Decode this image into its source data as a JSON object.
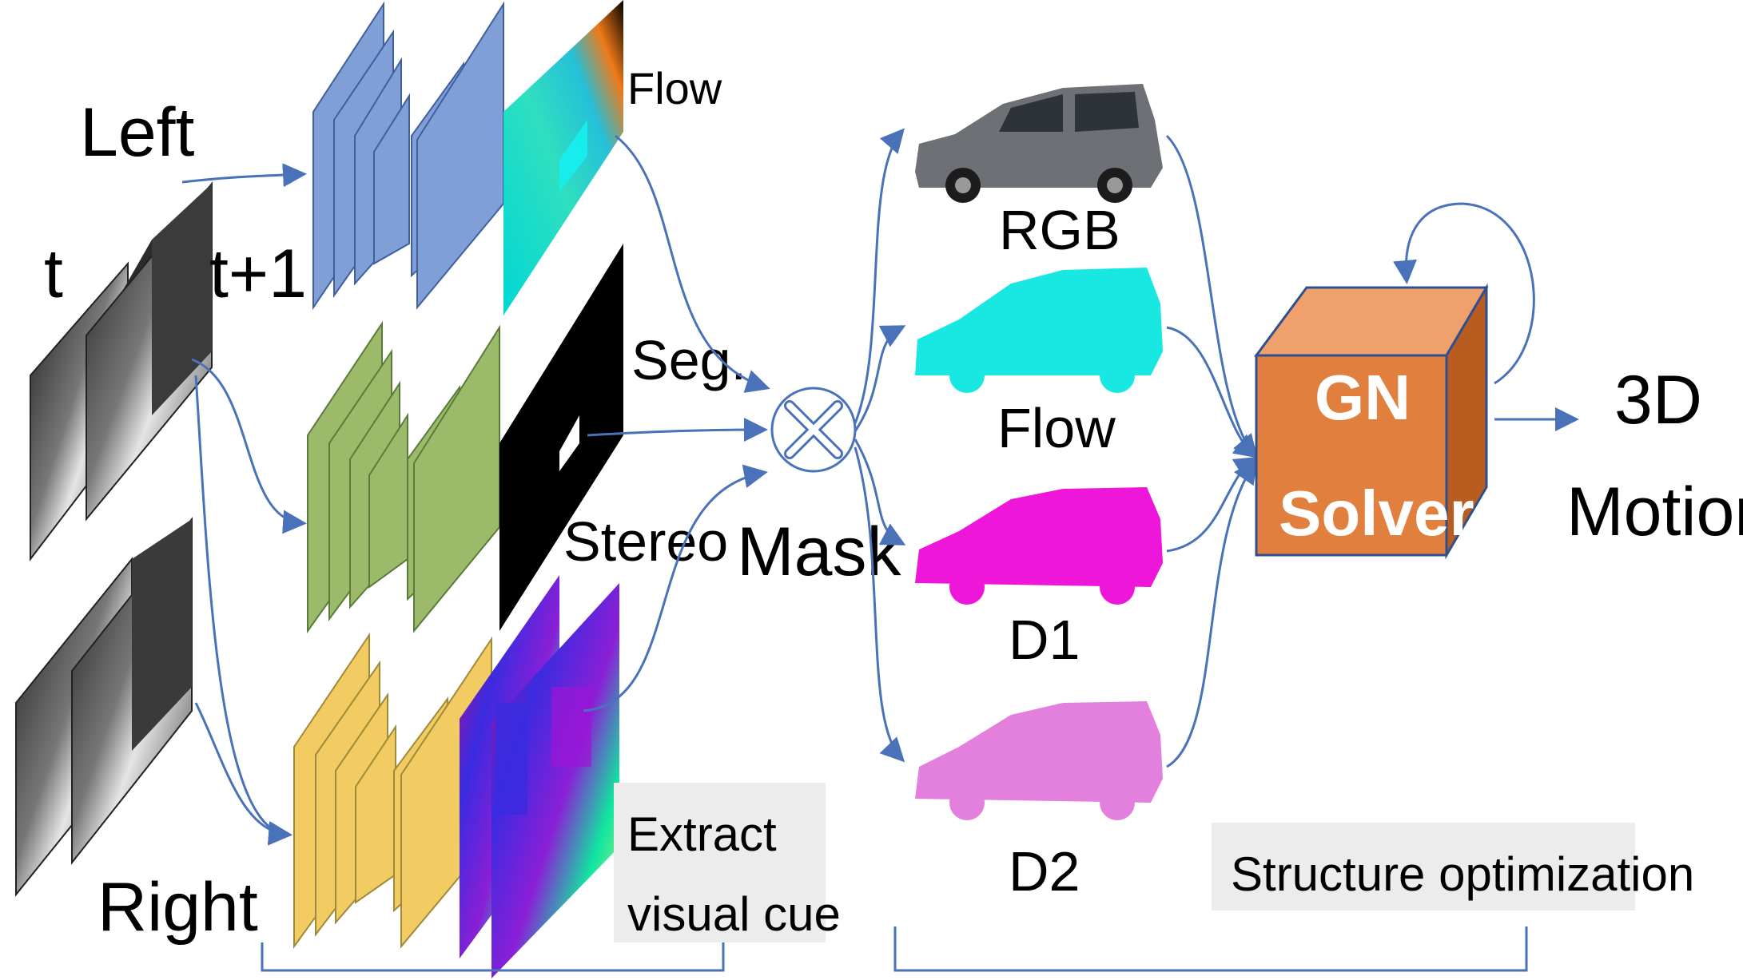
{
  "inputs": {
    "left_label": "Left",
    "right_label": "Right",
    "t_label": "t",
    "t1_label": "t+1"
  },
  "cues": {
    "flow_label": "Flow",
    "seg_label": "Seg.",
    "stereo_label": "Stereo"
  },
  "mask_label": "Mask",
  "car_views": {
    "rgb_label": "RGB",
    "flow_label": "Flow",
    "d1_label": "D1",
    "d2_label": "D2"
  },
  "solver": {
    "line1": "GN",
    "line2": "Solver"
  },
  "output": {
    "line1": "3D",
    "line2": "Motion"
  },
  "extract_box": {
    "line1": "Extract",
    "line2": "visual  cue"
  },
  "structure_box": {
    "label": "Structure optimization"
  },
  "colors": {
    "arrow": "#4a72b8",
    "cnn_blue": "#7f9fd6",
    "cnn_green": "#9bbb6a",
    "cnn_yellow": "#f2cb62",
    "flow_car": "#19e8e2",
    "d1_car": "#ee16d8",
    "d2_car": "#e37fdc",
    "solver": "#e1803e"
  }
}
